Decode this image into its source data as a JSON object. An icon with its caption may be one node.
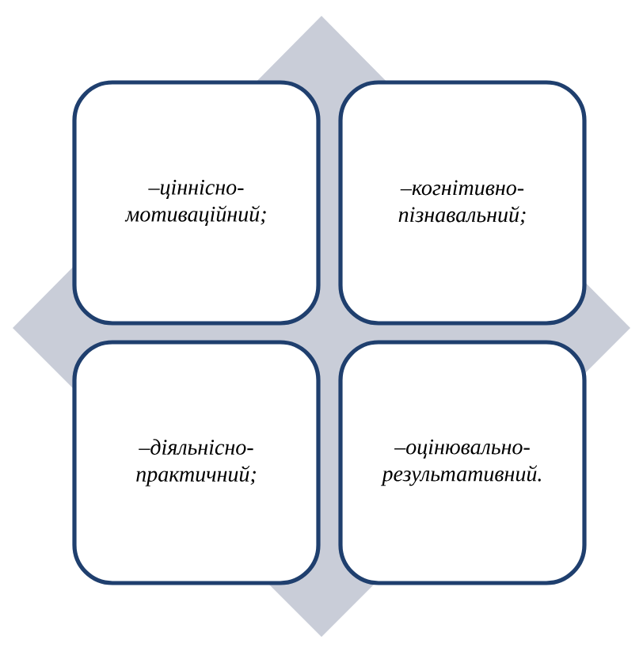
{
  "diagram": {
    "nodes": [
      {
        "text": [
          "–ціннісно- мотиваційний;"
        ]
      },
      {
        "text": [
          "–когнітивно- пізнавальний;"
        ]
      },
      {
        "text": [
          "–діяльнісно- практичний;"
        ]
      },
      {
        "text": [
          "–оцінювально- результативний."
        ]
      }
    ]
  }
}
